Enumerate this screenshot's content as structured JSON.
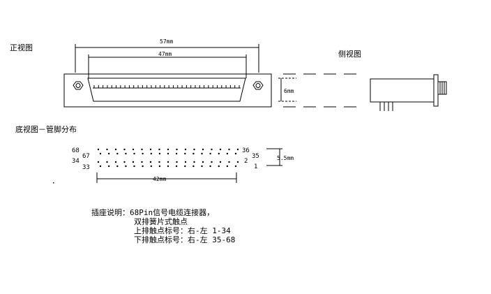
{
  "views": {
    "front": "正视图",
    "side": "侧视图",
    "bottom": "底视图－管脚分布"
  },
  "front_dims": {
    "overall": "57mm",
    "inner": "47mm",
    "height": "6mm"
  },
  "bottom_dims": {
    "pitch": "42mm",
    "rows": "5.5mm"
  },
  "pin_labels": {
    "top_left_outer": "68",
    "top_left_inner": "67",
    "bottom_left_outer": "34",
    "bottom_left_inner": "33",
    "top_right_inner": "36",
    "top_right_outer": "35",
    "bottom_right_inner": "2",
    "bottom_right_outer": "1"
  },
  "note": {
    "line1": "插座说明：68Pin信号电缆连接器，",
    "line2": "双排簧片式触点",
    "line3": "上排触点标号：右-左 1-34",
    "line4": "下排触点标号：右-左 35-68"
  }
}
